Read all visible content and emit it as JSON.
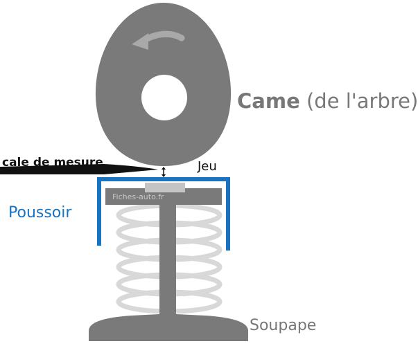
{
  "labels": {
    "came": "Came",
    "came_suffix": "(de l'arbre)",
    "cale": "cale de mesure",
    "jeu": "Jeu",
    "poussoir": "Poussoir",
    "soupape": "Soupape",
    "watermark": "Fiches-auto.fr"
  },
  "colors": {
    "cam": "#7a7a7a",
    "valve": "#7a7a7a",
    "spring": "#d8d8d8",
    "tappet": "#1a73c0",
    "shim": "#c4c4c4",
    "feeler_gauge": "#111111",
    "came_text": "#777777",
    "poussoir_text": "#1a73c0"
  },
  "icons": {
    "rotation": "curved-arrow-left-icon",
    "clearance": "double-arrow-vertical-icon"
  }
}
